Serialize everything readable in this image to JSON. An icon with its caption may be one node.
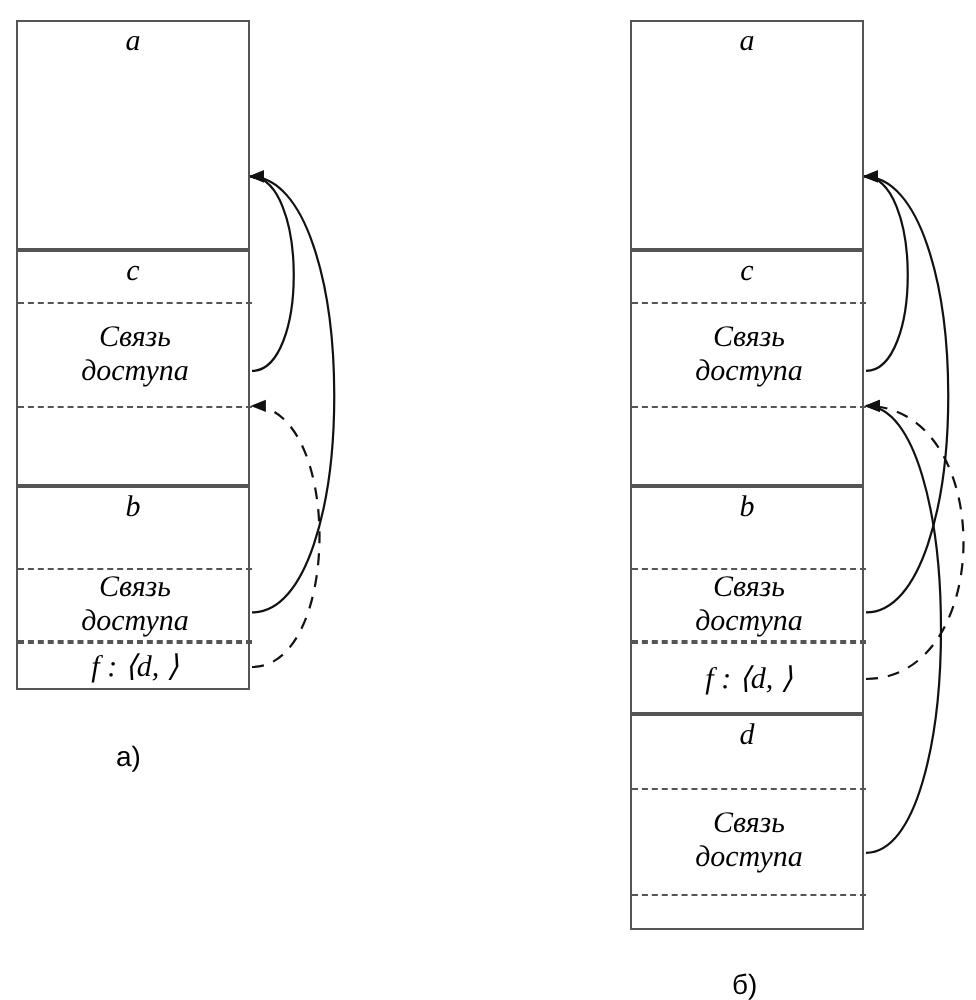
{
  "diagram": {
    "nodes": [
      {
        "text": [
          "a"
        ]
      },
      {
        "text": [
          "c"
        ]
      },
      {
        "text": [
          "Связь доступа"
        ],
        "in": 1
      },
      {
        "text": [
          "b"
        ]
      },
      {
        "text": [
          "Связь доступа"
        ],
        "in": 3
      },
      {
        "text": [
          "f : ⟨d, ⟩"
        ],
        "in": 3
      },
      {
        "text": [
          "a"
        ]
      },
      {
        "text": [
          "c"
        ]
      },
      {
        "text": [
          "Связь доступа"
        ],
        "in": 7
      },
      {
        "text": [
          "b"
        ]
      },
      {
        "text": [
          "Связь доступа"
        ],
        "in": 9
      },
      {
        "text": [
          "f : ⟨d, ⟩"
        ],
        "in": 9
      },
      {
        "text": [
          "d"
        ]
      },
      {
        "text": [
          "Связь доступа"
        ],
        "in": 12
      }
    ],
    "edges": [
      {
        "from": 2,
        "to": 0,
        "arrow": "to"
      },
      {
        "from": 4,
        "to": 0,
        "arrow": "to"
      },
      {
        "from": 5,
        "to": 2,
        "arrow": "to",
        "style": "dashed"
      },
      {
        "from": 8,
        "to": 6,
        "arrow": "to"
      },
      {
        "from": 10,
        "to": 6,
        "arrow": "to"
      },
      {
        "from": 13,
        "to": 8,
        "arrow": "to"
      },
      {
        "from": 11,
        "to": 8,
        "arrow": "to",
        "style": "dashed"
      }
    ],
    "labels": [
      "а)",
      "б)"
    ]
  }
}
